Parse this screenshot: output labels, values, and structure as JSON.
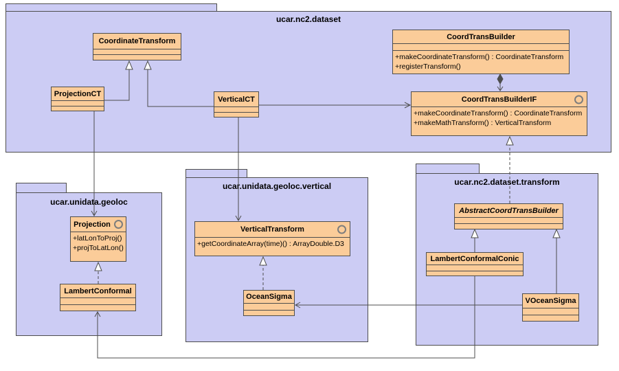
{
  "diagram": {
    "kind": "UML class diagram",
    "colors": {
      "package_fill": "#ccccf4",
      "class_fill": "#fbcc99",
      "border": "#4d4d4d",
      "background": "#ffffff"
    }
  },
  "packages": {
    "dataset": {
      "name": "ucar.nc2.dataset"
    },
    "geoloc": {
      "name": "ucar.unidata.geoloc"
    },
    "geoloc_vertical": {
      "name": "ucar.unidata.geoloc.vertical"
    },
    "dataset_transform": {
      "name": "ucar.nc2.dataset.transform"
    }
  },
  "classes": {
    "coordinate_transform": {
      "name": "CoordinateTransform"
    },
    "projection_ct": {
      "name": "ProjectionCT"
    },
    "vertical_ct": {
      "name": "VerticalCT"
    },
    "coord_trans_builder": {
      "name": "CoordTransBuilder",
      "methods": [
        "+makeCoordinateTransform() : CoordinateTransform",
        "+registerTransform()"
      ]
    },
    "coord_trans_builder_if": {
      "name": "CoordTransBuilderIF",
      "stereotype": "interface",
      "methods": [
        "+makeCoordinateTransform() : CoordinateTransform",
        "+makeMathTransform() : VerticalTransform"
      ]
    },
    "projection": {
      "name": "Projection",
      "stereotype": "interface",
      "methods": [
        "+latLonToProj()",
        "+projToLatLon()"
      ]
    },
    "lambert_conformal": {
      "name": "LambertConformal"
    },
    "vertical_transform": {
      "name": "VerticalTransform",
      "stereotype": "interface",
      "methods": [
        "+getCoordinateArray(time)() : ArrayDouble.D3"
      ]
    },
    "ocean_sigma": {
      "name": "OceanSigma"
    },
    "abstract_coord_trans_builder": {
      "name": "AbstractCoordTransBuilder",
      "abstract": true
    },
    "lambert_conformal_conic": {
      "name": "LambertConformalConic"
    },
    "v_ocean_sigma": {
      "name": "VOceanSigma"
    }
  }
}
